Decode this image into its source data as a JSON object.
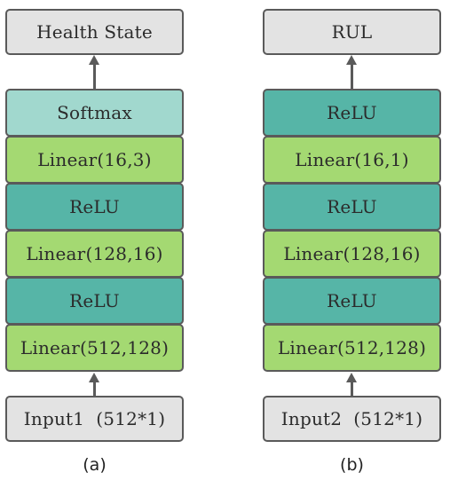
{
  "panel_a": {
    "output": "Health State",
    "layers": [
      "Softmax",
      "Linear(16,3)",
      "ReLU",
      "Linear(128,16)",
      "ReLU",
      "Linear(512,128)"
    ],
    "input": "Input1  (512*1)",
    "caption": "(a)"
  },
  "panel_b": {
    "output": "RUL",
    "layers": [
      "ReLU",
      "Linear(16,1)",
      "ReLU",
      "Linear(128,16)",
      "ReLU",
      "Linear(512,128)"
    ],
    "input": "Input2  (512*1)",
    "caption": "(b)"
  },
  "colors": {
    "io_box": "#e3e3e3",
    "linear": "#a4d972",
    "relu": "#56b5a7",
    "softmax": "#a1d8ce",
    "border": "#5a5a5a"
  }
}
